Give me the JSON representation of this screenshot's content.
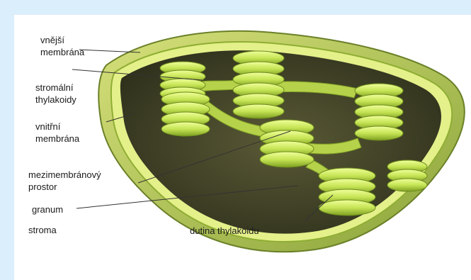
{
  "labels": {
    "outer_membrane": [
      "vnější",
      "membrána"
    ],
    "stromal_thylakoids": [
      "stromální",
      "thylakoidy"
    ],
    "inner_membrane": [
      "vnitřní",
      "membrána"
    ],
    "intermembrane_space": [
      "mezimembránový",
      "prostor"
    ],
    "granum": "granum",
    "stroma": "stroma",
    "thylakoid_lumen": "dutina thylakoidu"
  },
  "colors": {
    "background": "#dbeefc",
    "panel": "#ffffff",
    "outer_membrane": "#b9cf5a",
    "stroma": "#4a4a2c",
    "thylakoid": "#c8e85a"
  }
}
